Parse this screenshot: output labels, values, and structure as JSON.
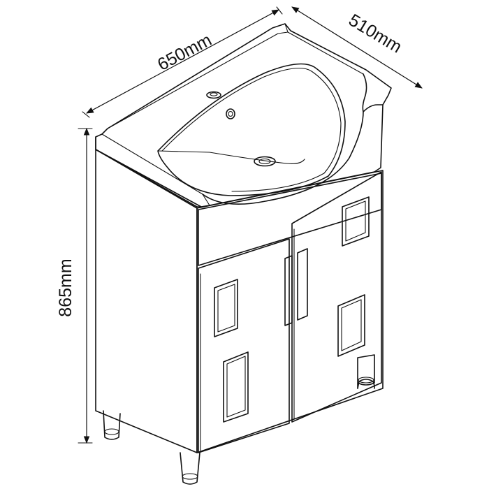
{
  "drawing": {
    "width_label": "650mm",
    "depth_label": "510mm",
    "height_label": "865mm"
  },
  "colors": {
    "line": "#111111",
    "background": "#ffffff",
    "basin_shade": "#f2f2f2"
  }
}
